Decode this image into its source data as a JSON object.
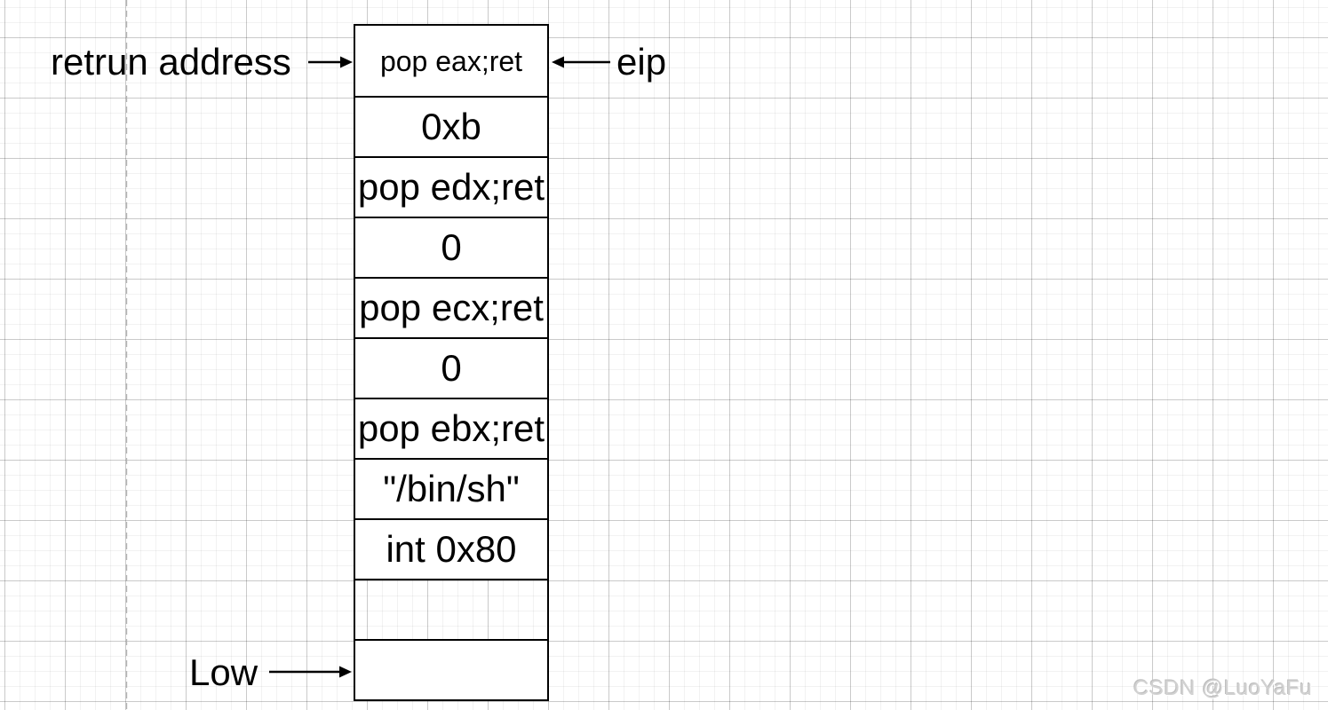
{
  "diagram": {
    "stack_rows": [
      {
        "label": "pop eax;ret",
        "fill": "#ffffff"
      },
      {
        "label": "0xb",
        "fill": "#ffffff"
      },
      {
        "label": "pop edx;ret",
        "fill": "#ffffff"
      },
      {
        "label": "0",
        "fill": "#ffffff"
      },
      {
        "label": "pop ecx;ret",
        "fill": "#ffffff"
      },
      {
        "label": "0",
        "fill": "#ffffff"
      },
      {
        "label": "pop ebx;ret",
        "fill": "#ffffff"
      },
      {
        "label": "\"/bin/sh\"",
        "fill": "#ffffff"
      },
      {
        "label": "int 0x80",
        "fill": "#ffffff"
      },
      {
        "label": "",
        "fill": "transparent"
      },
      {
        "label": "",
        "fill": "#ffffff"
      }
    ],
    "annotations": {
      "return_address_label": "retrun address",
      "eip_label": "eip",
      "low_label": "Low"
    },
    "colors": {
      "stroke": "#000000",
      "grid_major": "#d6d6d6",
      "grid_minor": "#f3f3f3",
      "page_guide": "#b3b3b3"
    }
  },
  "watermark": {
    "text": "CSDN @LuoYaFu",
    "color": "#d2d2d2"
  }
}
